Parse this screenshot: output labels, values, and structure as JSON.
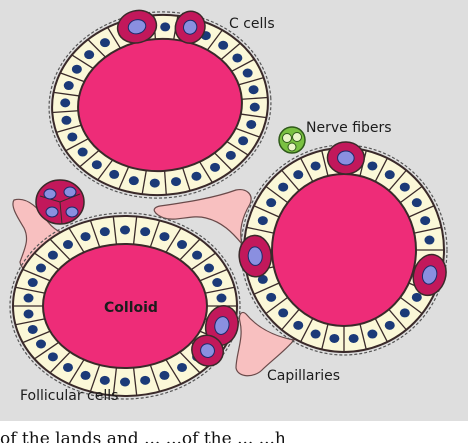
{
  "labels": {
    "c_cells": "C cells",
    "nerve_fibers": "Nerve fibers",
    "colloid": "Colloid",
    "capillaries": "Capillaries",
    "follicular_cells": "Follicular cells"
  },
  "caption_fragment": "of the lands and ... ...of the ... ...h",
  "colors": {
    "background": "#dedede",
    "colloid": "#ee2c78",
    "follicular_cell": "#fbf8d8",
    "cell_outline": "#3a2a2a",
    "nucleus": "#1b3a78",
    "c_cell": "#c2185b",
    "c_cell_nucleus": "#8a8fe0",
    "capillary": "#f8c0c0",
    "nerve_fiber": "#7ac142"
  }
}
